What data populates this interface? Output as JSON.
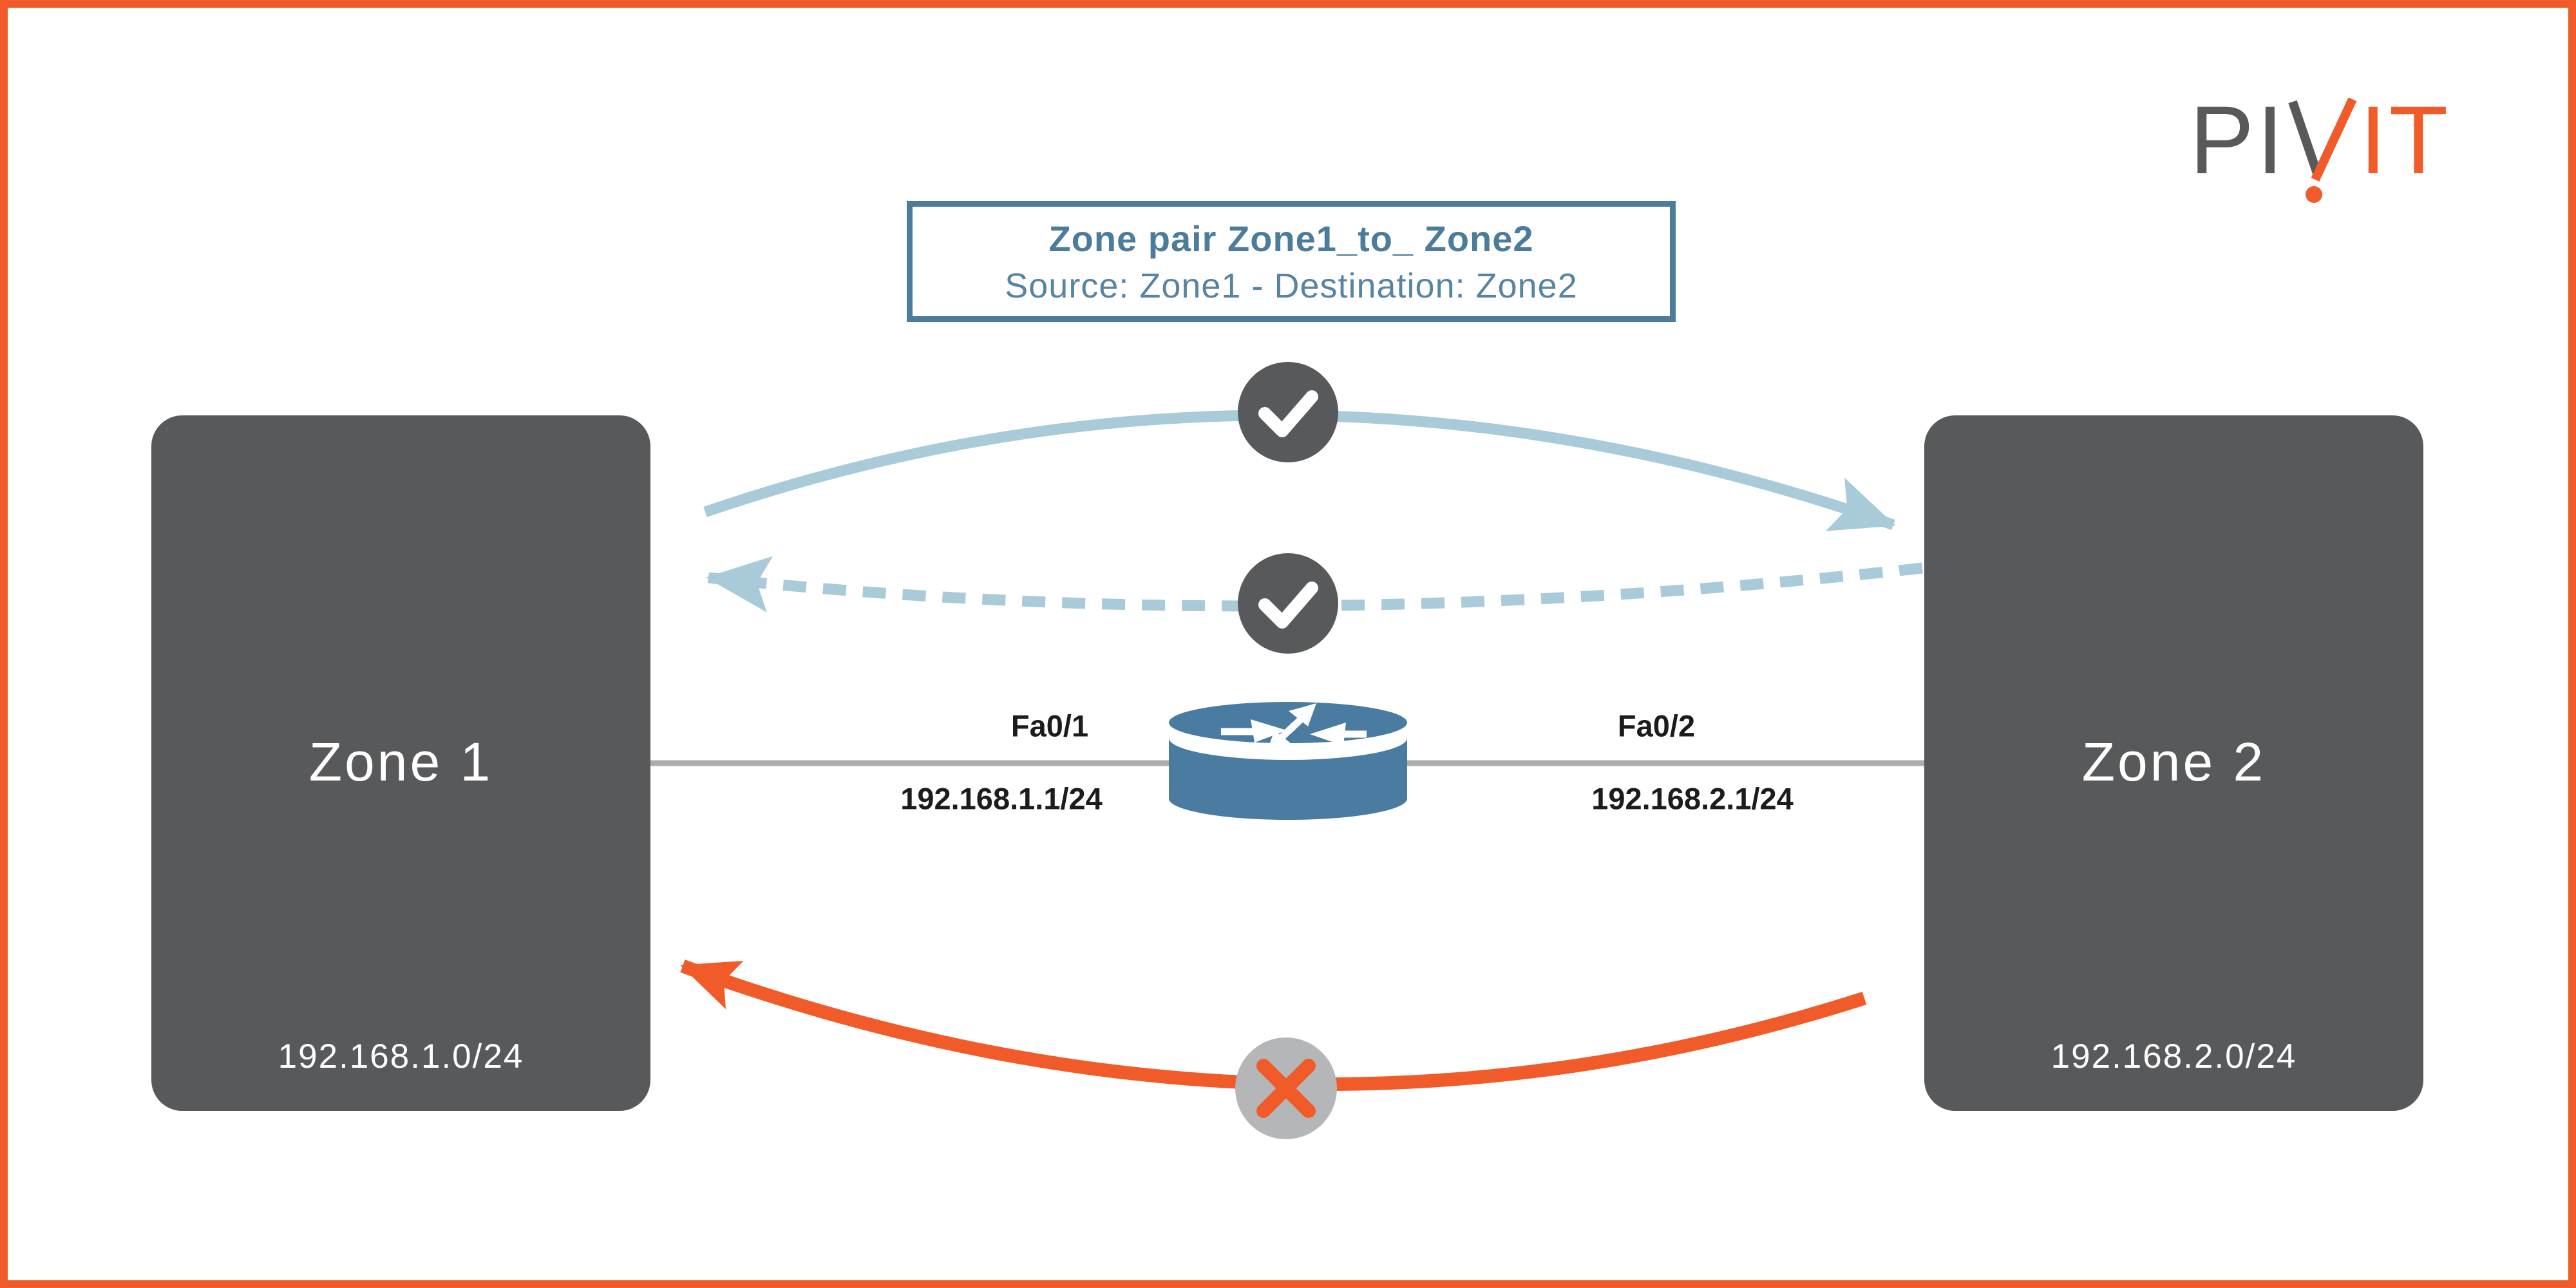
{
  "brand": {
    "logo_left": "PI",
    "logo_right": "IT",
    "name": "PivIT"
  },
  "zone_pair_label": {
    "title": "Zone pair Zone1_to_ Zone2",
    "subtitle": "Source: Zone1 - Destination: Zone2"
  },
  "zone1": {
    "name": "Zone 1",
    "subnet": "192.168.1.0/24"
  },
  "zone2": {
    "name": "Zone 2",
    "subnet": "192.168.2.0/24"
  },
  "router": {
    "left_interface": "Fa0/1",
    "left_ip": "192.168.1.1/24",
    "right_interface": "Fa0/2",
    "right_ip": "192.168.2.1/24"
  },
  "flows": [
    {
      "from": "Zone 1",
      "to": "Zone 2",
      "line_style": "solid",
      "color": "light-blue",
      "icon": "check",
      "status": "permitted"
    },
    {
      "from": "Zone 2",
      "to": "Zone 1",
      "line_style": "dashed",
      "color": "light-blue",
      "icon": "check",
      "status": "permitted-return"
    },
    {
      "from": "Zone 2",
      "to": "Zone 1",
      "line_style": "solid",
      "color": "orange",
      "icon": "cross",
      "status": "blocked"
    }
  ],
  "colors": {
    "accent_orange": "#F15A29",
    "steel_blue": "#4A7BA0",
    "label_blue": "#4C7C9C",
    "light_blue": "#A9CBD9",
    "dark_gray": "#58595B",
    "circle_gray": "#B5B6B7",
    "connector_gray": "#ADADAD"
  }
}
